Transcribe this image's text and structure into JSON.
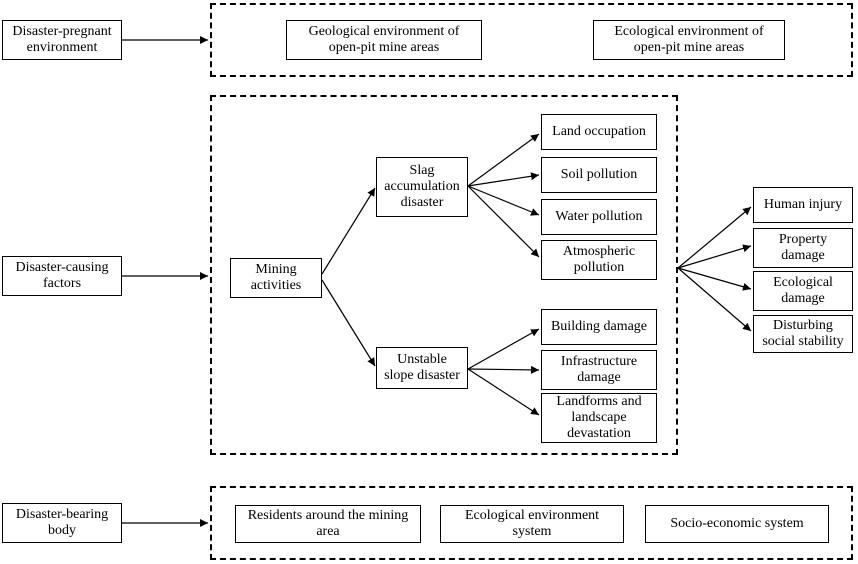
{
  "colors": {
    "line": "#000000",
    "background": "#ffffff"
  },
  "left": {
    "pregnant": "Disaster-pregnant\nenvironment",
    "causing": "Disaster-causing\nfactors",
    "bearing": "Disaster-bearing\nbody"
  },
  "top_group": {
    "geological": "Geological environment of\nopen-pit mine areas",
    "ecological": "Ecological environment of\nopen-pit mine areas"
  },
  "middle": {
    "mining": "Mining\nactivities",
    "slag": "Slag\naccumulation\ndisaster",
    "unstable": "Unstable\nslope disaster",
    "slag_effects": [
      "Land occupation",
      "Soil pollution",
      "Water pollution",
      "Atmospheric\npollution"
    ],
    "slope_effects": [
      "Building damage",
      "Infrastructure\ndamage",
      "Landforms and\nlandscape\ndevastation"
    ]
  },
  "outcomes": [
    "Human injury",
    "Property\ndamage",
    "Ecological\ndamage",
    "Disturbing\nsocial stability"
  ],
  "bottom_group": [
    "Residents around the mining\narea",
    "Ecological environment\nsystem",
    "Socio-economic system"
  ]
}
